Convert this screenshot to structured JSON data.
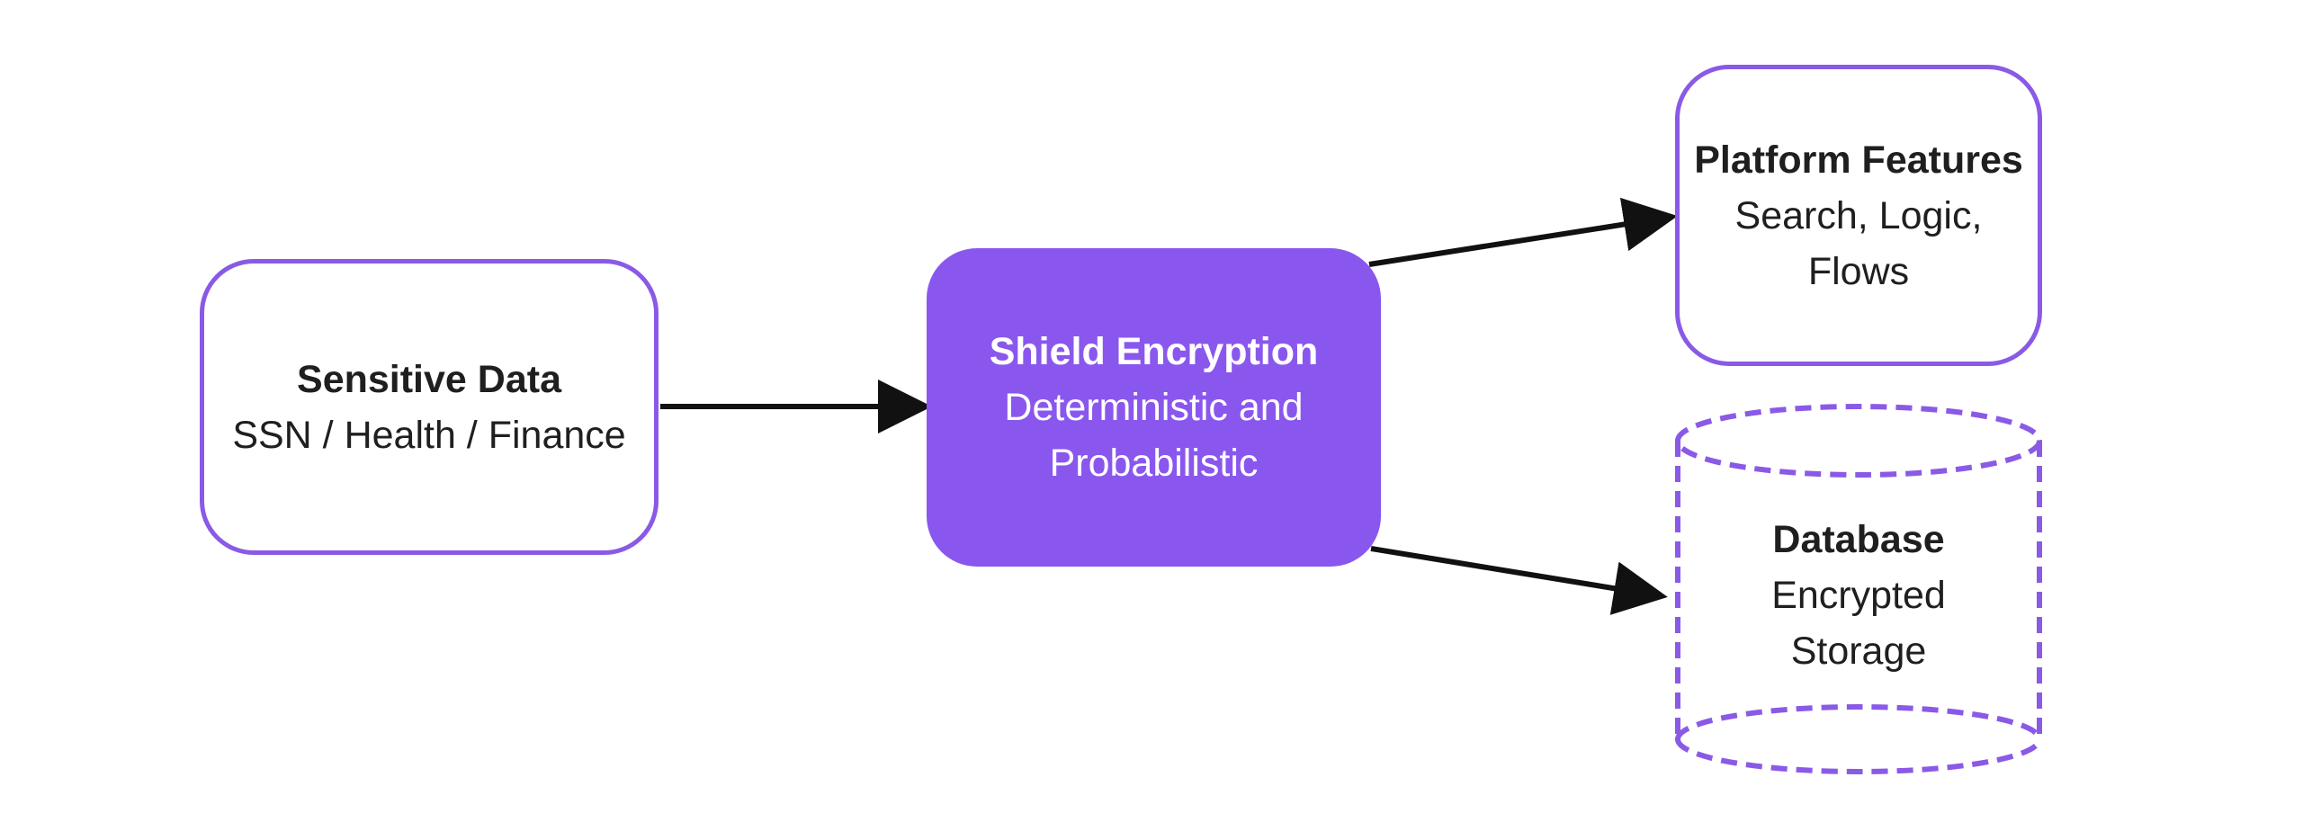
{
  "diagram": {
    "nodes": {
      "sensitive": {
        "title": "Sensitive Data",
        "subtitle": "SSN / Health / Finance"
      },
      "shield": {
        "title": "Shield Encryption",
        "subtitle": "Deterministic and Probabilistic"
      },
      "platform": {
        "title": "Platform Features",
        "subtitle": "Search, Logic, Flows"
      },
      "database": {
        "title": "Database",
        "subtitle": "Encrypted Storage"
      }
    },
    "colors": {
      "accent": "#8a57ee",
      "border": "#8a5ae6",
      "arrow": "#111111",
      "text": "#1f1f1f"
    }
  }
}
